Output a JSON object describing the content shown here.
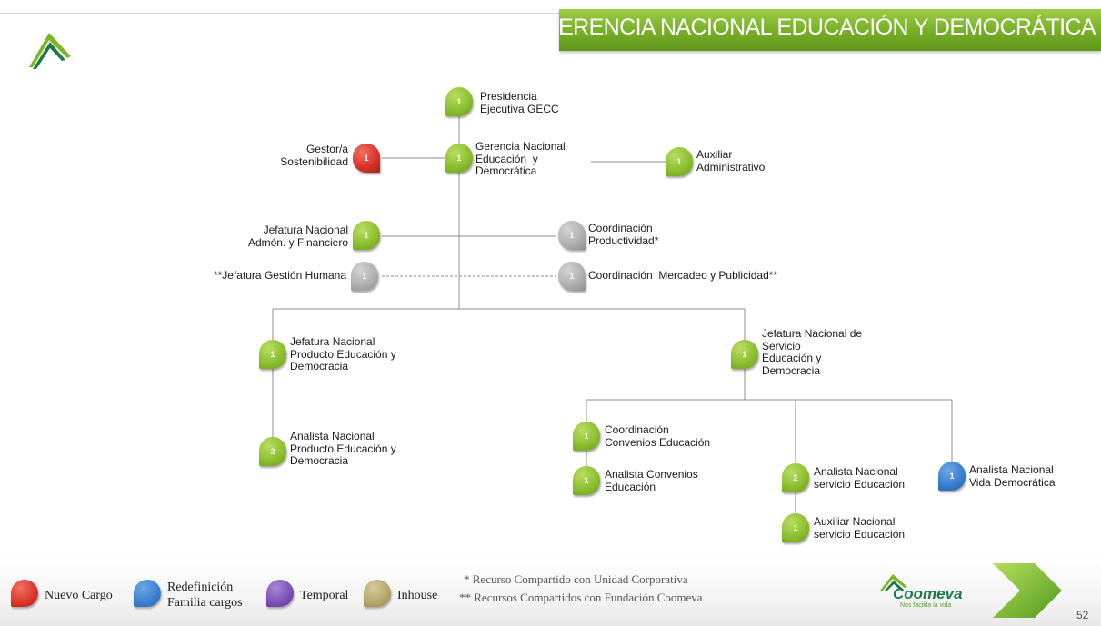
{
  "header": {
    "title": "GERENCIA NACIONAL EDUCACIÓN Y DEMOCRÁTICA",
    "accent_color": "#7ab32b"
  },
  "nodes": {
    "presidencia": {
      "count": "1",
      "label": "Presidencia\nEjecutiva GECC",
      "color": "green"
    },
    "gerencia": {
      "count": "1",
      "label": "Gerencia Nacional\nEducación  y\nDemocrática",
      "color": "green"
    },
    "gestor": {
      "count": "1",
      "label": "Gestor/a\nSostenibilidad",
      "color": "red"
    },
    "auxiliar_admin": {
      "count": "1",
      "label": "Auxiliar\nAdministrativo",
      "color": "green"
    },
    "jefatura_admon": {
      "count": "1",
      "label": "Jefatura Nacional\nAdmón. y Financiero",
      "color": "green"
    },
    "coord_productividad": {
      "count": "1",
      "label": "Coordinación\nProductividad*",
      "color": "gray"
    },
    "jefatura_gh": {
      "count": "1",
      "label": "**Jefatura Gestión Humana",
      "color": "gray"
    },
    "coord_mercadeo": {
      "count": "1",
      "label": "Coordinación  Mercadeo y Publicidad**",
      "color": "gray"
    },
    "jefatura_producto": {
      "count": "1",
      "label": "Jefatura Nacional\nProducto Educación y\nDemocracia",
      "color": "green"
    },
    "analista_producto": {
      "count": "2",
      "label": "Analista Nacional\nProducto Educación y\nDemocracia",
      "color": "green"
    },
    "jefatura_servicio": {
      "count": "1",
      "label": "Jefatura Nacional de\nServicio\nEducación y\nDemocracia",
      "color": "green"
    },
    "coord_convenios": {
      "count": "1",
      "label": "Coordinación\nConvenios Educación",
      "color": "green"
    },
    "analista_convenios": {
      "count": "1",
      "label": "Analista Convenios\nEducación",
      "color": "green"
    },
    "analista_servicio": {
      "count": "2",
      "label": "Analista Nacional\nservicio Educación",
      "color": "green"
    },
    "auxiliar_servicio": {
      "count": "1",
      "label": "Auxiliar Nacional\nservicio Educación",
      "color": "green"
    },
    "analista_vida": {
      "count": "1",
      "label": "Analista Nacional\nVida Democrática",
      "color": "blue"
    }
  },
  "legend": {
    "nuevo_cargo": "Nuevo Cargo",
    "redefinicion": "Redefinición\nFamilia cargos",
    "temporal": "Temporal",
    "inhouse": "Inhouse",
    "note1": "* Recurso Compartido con Unidad Corporativa",
    "note2": "** Recursos Compartidos con Fundación Coomeva",
    "colors": {
      "red": "#d9352a",
      "blue": "#3a7fd0",
      "purple": "#7a4fb5",
      "olive": "#b5a46a"
    }
  },
  "brand": {
    "name": "Coomeva",
    "tagline": "Nos facilita la vida"
  },
  "page_number": "52"
}
